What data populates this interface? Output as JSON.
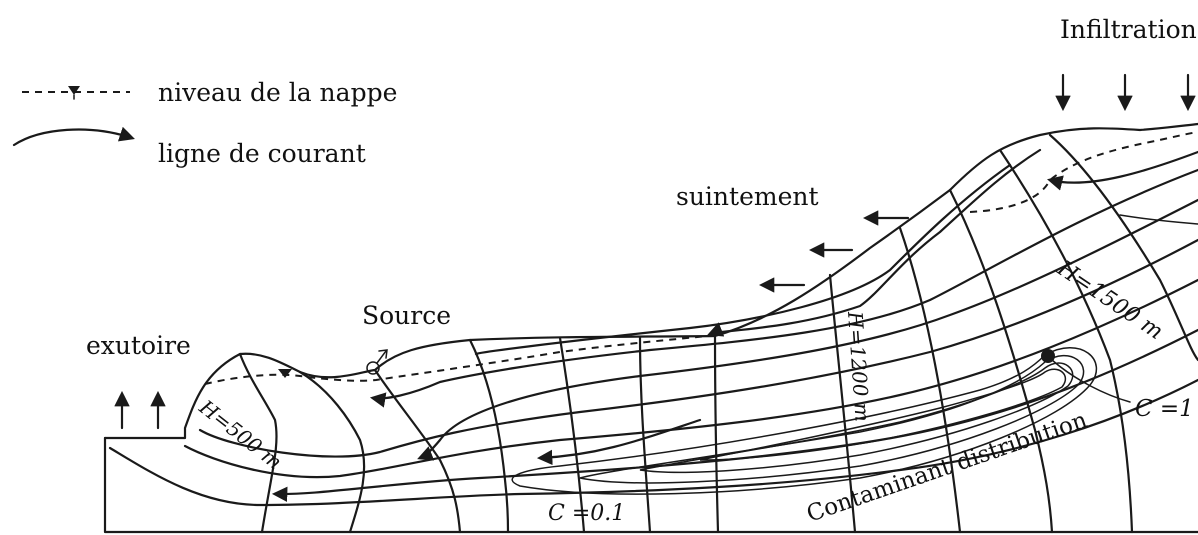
{
  "legend": {
    "water_table": "niveau de la nappe",
    "streamline": "ligne de courant"
  },
  "labels": {
    "infiltration": "Infiltration",
    "seepage": "suintement",
    "outlet": "exutoire",
    "spring": "Source",
    "head_500": "H=500 m",
    "head_1200": "H=1200 m",
    "head_1500": "H=1500 m",
    "conc_1": "C =1",
    "conc_01": "C =0.1",
    "contaminant": "Contaminant distribution"
  },
  "icons": [
    "water-table-marker-icon",
    "spring-symbol-icon",
    "arrow-down-icon",
    "arrow-left-icon",
    "arrow-up-icon"
  ],
  "colors": {
    "ink": "#1a1a1a",
    "background": "#ffffff"
  }
}
